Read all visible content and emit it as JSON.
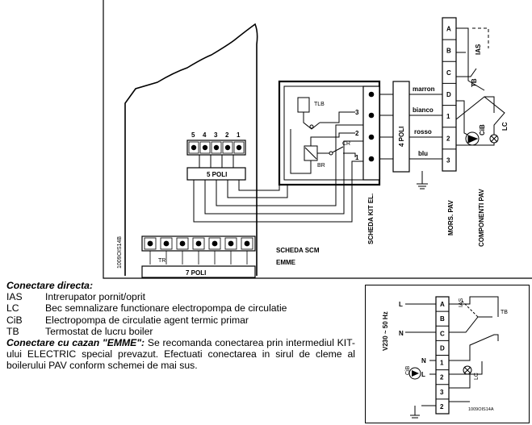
{
  "main": {
    "terms5": [
      "5",
      "4",
      "3",
      "2",
      "1"
    ],
    "block5_label": "5 POLI",
    "block7_label": "7 POLI",
    "tr_label": "TR",
    "code_left": "1009OIS14B",
    "scheda_scm_label": "SCHEDA SCM",
    "emme_label": "EMME",
    "kit_label": "SCHEDA KIT EL.",
    "tlb_label": "TLB",
    "cr_label": "CR",
    "br_label": "BR",
    "kit_terms": [
      "3",
      "2",
      "1"
    ],
    "block4_label": "4 POLI",
    "wires": [
      "marron",
      "bianco",
      "rosso",
      "blu"
    ],
    "pav_terms": [
      "A",
      "B",
      "C",
      "D",
      "1",
      "2",
      "3"
    ],
    "ias_label": "IAS",
    "tb_label": "TB",
    "cib_label": "CiB",
    "lc_label": "LC",
    "mors_pav_label": "MORS. PAV",
    "componenti_pav_label": "COMPONENTI PAV"
  },
  "legend": {
    "title_directa": "Conectare directa:",
    "items": [
      {
        "code": "IAS",
        "desc": "Intrerupator pornit/oprit"
      },
      {
        "code": "LC",
        "desc": "Bec semnalizare functionare electropompa de circulatie"
      },
      {
        "code": "CiB",
        "desc": "Electropompa de circulatie agent termic primar"
      },
      {
        "code": "TB",
        "desc": "Termostat de lucru boiler"
      }
    ],
    "title_emme": "Conectare cu cazan \"EMME\":",
    "emme_text": " Se recomanda conectarea prin intermediul KIT-ului ELECTRIC special prevazut. Efectuati conectarea in sirul de cleme al boilerului PAV conform schemei de mai sus."
  },
  "mini": {
    "voltage": "V230 ~ 50 Hz",
    "left_labels": [
      "L",
      "N",
      "N",
      "L"
    ],
    "terms": [
      "A",
      "B",
      "C",
      "D",
      "1",
      "2",
      "3",
      "2"
    ],
    "ias_label": "IAS",
    "tb_label": "TB",
    "cib_label": "CiB",
    "lc_label": "LC",
    "code": "1009OIS14A"
  }
}
